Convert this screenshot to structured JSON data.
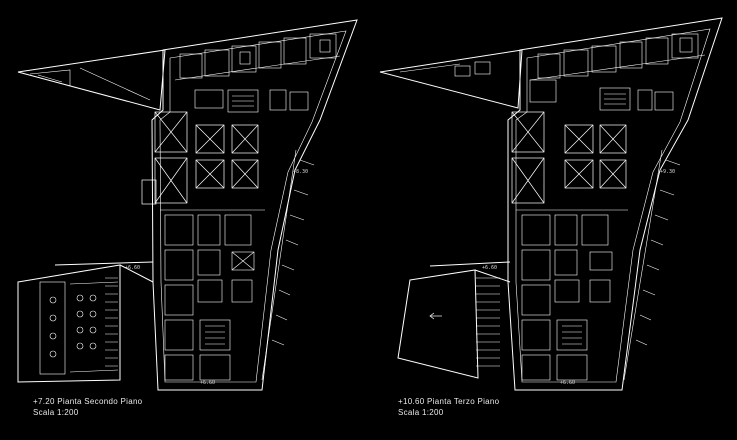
{
  "drawing": {
    "background": "#000000",
    "line_color": "#ffffff",
    "plans": [
      {
        "caption_title": "+7.20 Pianta Secondo Piano",
        "caption_scale": "Scala 1:200",
        "level_marks": [
          "+8.30",
          "+6.60",
          "+6.60"
        ]
      },
      {
        "caption_title": "+10.60 Pianta Terzo Piano",
        "caption_scale": "Scala 1:200",
        "level_marks": [
          "+9.30",
          "+6.60",
          "+6.60"
        ]
      }
    ]
  }
}
